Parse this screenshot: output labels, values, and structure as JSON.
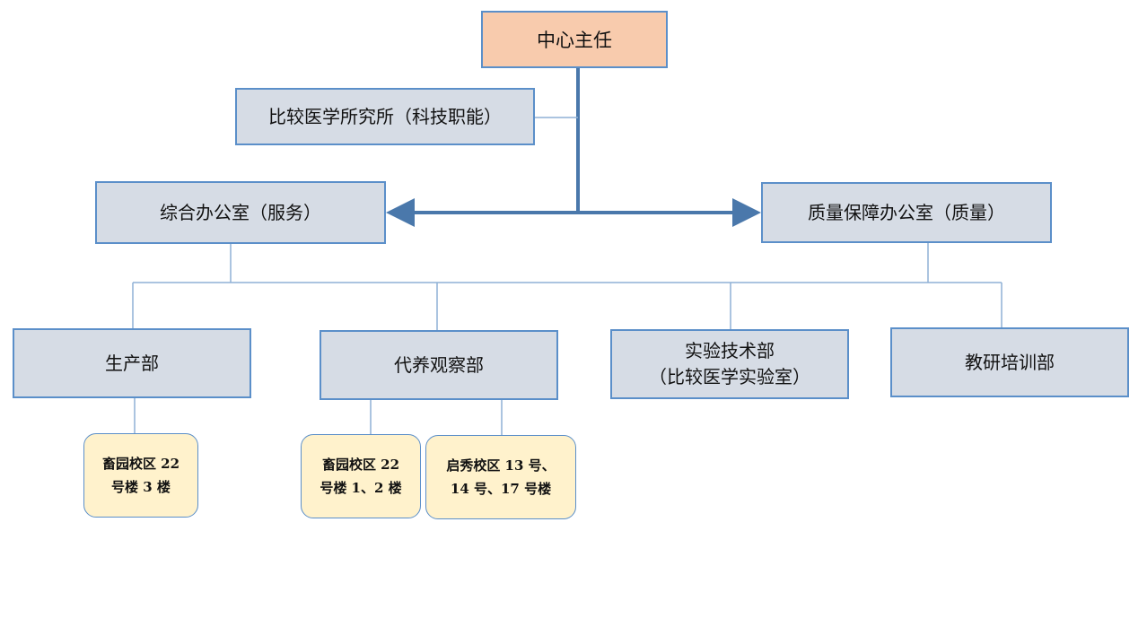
{
  "org": {
    "director": "中心主任",
    "institute": "比较医学所究所（科技职能）",
    "general_office": "综合办公室（服务）",
    "quality_office": "质量保障办公室（质量）",
    "departments": {
      "production": "生产部",
      "observation": "代养观察部",
      "tech_line1": "实验技术部",
      "tech_line2": "（比较医学实验室）",
      "education": "教研培训部"
    },
    "sites": {
      "production_site": [
        "畜园校区 22",
        "号楼 3 楼"
      ],
      "observation_site_a": [
        "畜园校区 22",
        "号楼 1、2 楼"
      ],
      "observation_site_b": [
        "启秀校区 13 号、",
        "14 号、17 号楼"
      ]
    }
  },
  "colors": {
    "unit_fill": "#d6dce5",
    "unit_border": "#5b8fc9",
    "director_fill": "#f8cbad",
    "site_fill": "#fff2cc",
    "main_line": "#4a78ab",
    "thin_line": "#8fb1d6"
  }
}
